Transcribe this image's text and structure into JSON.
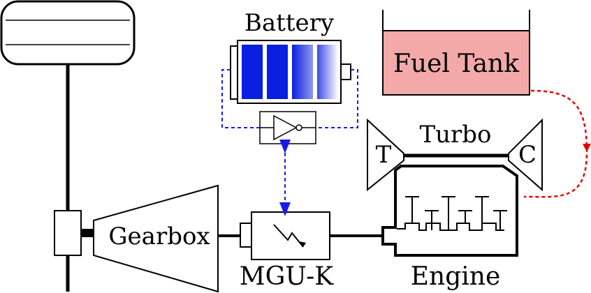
{
  "labels": {
    "battery": "Battery",
    "fuel_tank": "Fuel Tank",
    "turbo": "Turbo",
    "turbine": "T",
    "compressor": "C",
    "gearbox": "Gearbox",
    "mguk": "MGU-K",
    "engine": "Engine"
  },
  "colors": {
    "stroke": "#000000",
    "battery_cell": "#0a1fe0",
    "electric_link": "#1a1ae6",
    "fuel_link": "#e60000",
    "fuel_tank_fill": "#f4a9a9"
  },
  "battery": {
    "charge_cells": 4
  }
}
